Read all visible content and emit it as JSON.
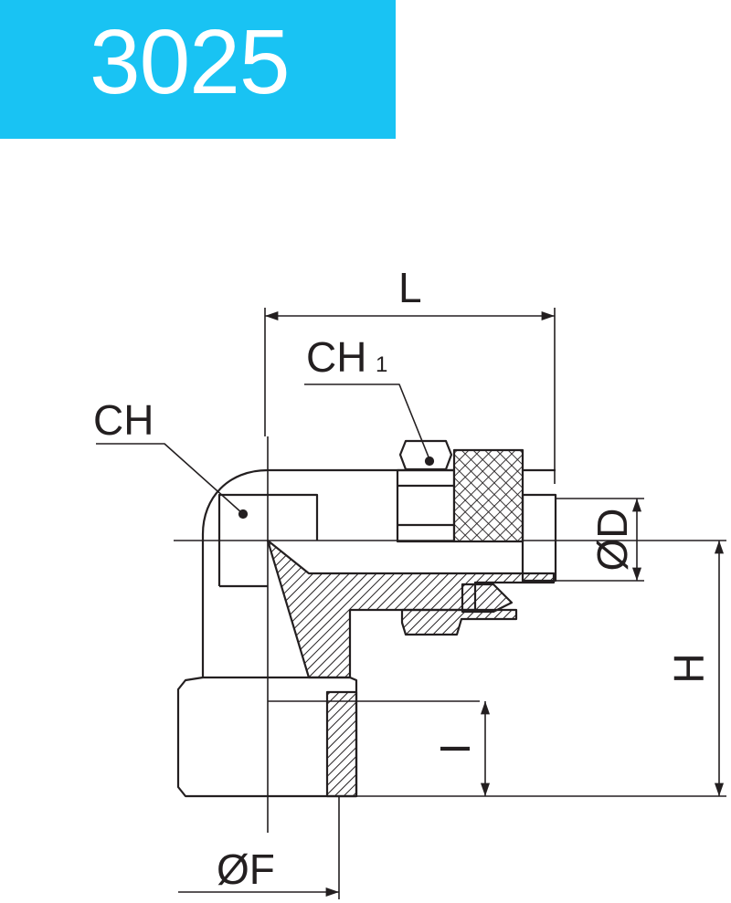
{
  "header": {
    "model_number": "3025",
    "banner_color": "#19c3f3"
  },
  "drawing": {
    "line_color": "#231f20",
    "labels": {
      "length": "L",
      "hex_ch1_main": "CH",
      "hex_ch1_sub": "1",
      "hex_ch": "CH",
      "tube_diameter": "ØD",
      "height": "H",
      "thread_length": "I",
      "thread_diameter": "ØF"
    }
  }
}
